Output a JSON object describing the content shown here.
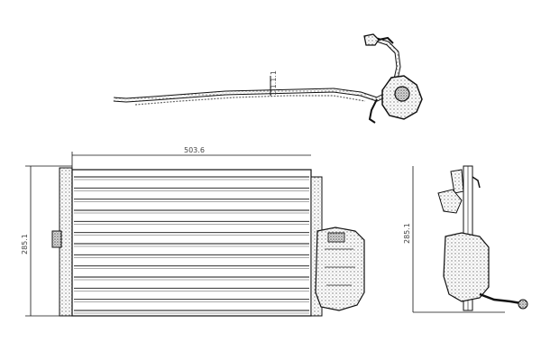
{
  "dimensions": {
    "width_label": "503.6",
    "height_label": "285.1",
    "side_height_label": "285.1",
    "top_view_label": "1.1.1.1"
  },
  "colors": {
    "line": "#111111",
    "texture": "#7a7a7a",
    "background": "#ffffff"
  },
  "condenser": {
    "tube_count": 13
  }
}
